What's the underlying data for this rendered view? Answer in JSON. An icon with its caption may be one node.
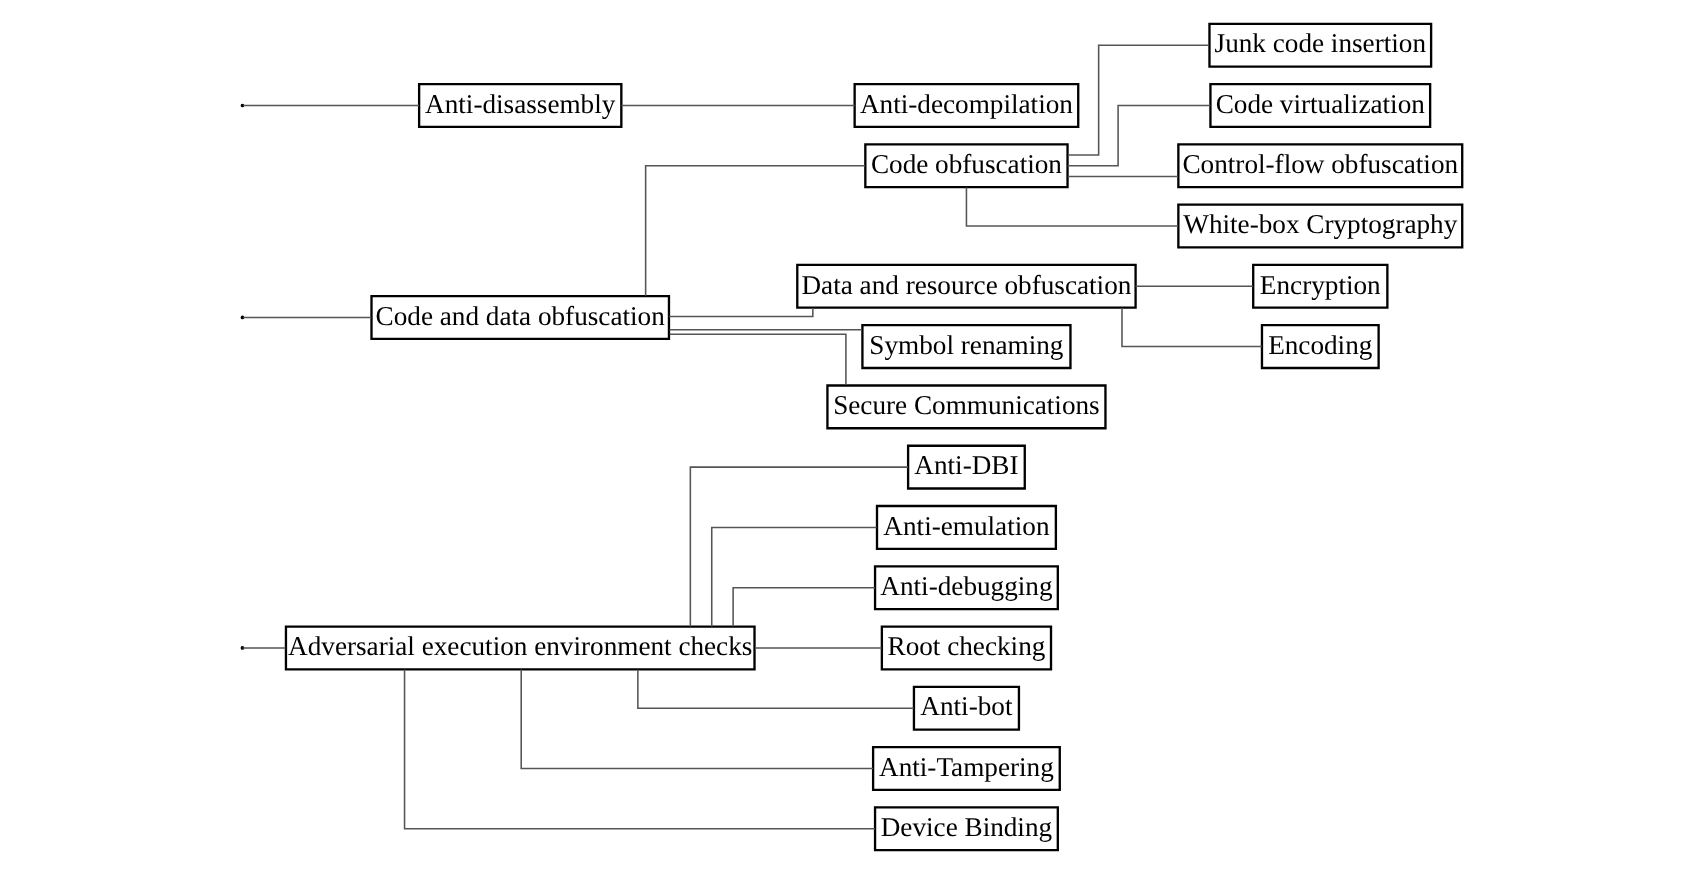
{
  "diagram": {
    "nodes": [
      {
        "text": [
          "Adversarial execution environment checks"
        ]
      },
      {
        "text": [
          "Anti-DBI"
        ]
      },
      {
        "text": [
          "Anti-emulation"
        ]
      },
      {
        "text": [
          "Anti-debugging"
        ]
      },
      {
        "text": [
          "Root checking"
        ]
      },
      {
        "text": [
          "Anti-bot"
        ]
      },
      {
        "text": [
          "Anti-Tampering"
        ]
      },
      {
        "text": [
          "Device Binding"
        ]
      },
      {
        "text": [
          "Code and data obfuscation"
        ]
      },
      {
        "text": [
          "Code obfuscation"
        ]
      },
      {
        "text": [
          "Junk code insertion"
        ]
      },
      {
        "text": [
          "Code virtualization"
        ]
      },
      {
        "text": [
          "Control-flow obfuscation"
        ]
      },
      {
        "text": [
          "White-box Cryptography"
        ]
      },
      {
        "text": [
          "Data and resource obfuscation"
        ]
      },
      {
        "text": [
          "Encryption"
        ]
      },
      {
        "text": [
          "Encoding"
        ]
      },
      {
        "text": [
          "Symbol renaming"
        ]
      },
      {
        "text": [
          "Secure Communications"
        ]
      },
      {
        "text": [
          "Anti-disassembly"
        ]
      },
      {
        "text": [
          "Anti-decompilation"
        ]
      }
    ],
    "edges": [
      {
        "from": null,
        "to": 0,
        "arrow": "none"
      },
      {
        "from": 0,
        "to": 1,
        "arrow": "none"
      },
      {
        "from": 0,
        "to": 2,
        "arrow": "none"
      },
      {
        "from": 0,
        "to": 3,
        "arrow": "none"
      },
      {
        "from": 0,
        "to": 4,
        "arrow": "none"
      },
      {
        "from": 0,
        "to": 5,
        "arrow": "none"
      },
      {
        "from": 0,
        "to": 6,
        "arrow": "none"
      },
      {
        "from": 0,
        "to": 7,
        "arrow": "none"
      },
      {
        "from": null,
        "to": 8,
        "arrow": "none"
      },
      {
        "from": 8,
        "to": 9,
        "arrow": "none"
      },
      {
        "from": 9,
        "to": 10,
        "arrow": "none"
      },
      {
        "from": 9,
        "to": 11,
        "arrow": "none"
      },
      {
        "from": 9,
        "to": 12,
        "arrow": "none"
      },
      {
        "from": 9,
        "to": 13,
        "arrow": "none"
      },
      {
        "from": 8,
        "to": 14,
        "arrow": "none"
      },
      {
        "from": 14,
        "to": 15,
        "arrow": "none"
      },
      {
        "from": 14,
        "to": 16,
        "arrow": "none"
      },
      {
        "from": 8,
        "to": 17,
        "arrow": "none"
      },
      {
        "from": 8,
        "to": 18,
        "arrow": "none"
      },
      {
        "from": null,
        "to": 19,
        "arrow": "none"
      },
      {
        "from": 19,
        "to": 20,
        "arrow": "none"
      }
    ]
  }
}
